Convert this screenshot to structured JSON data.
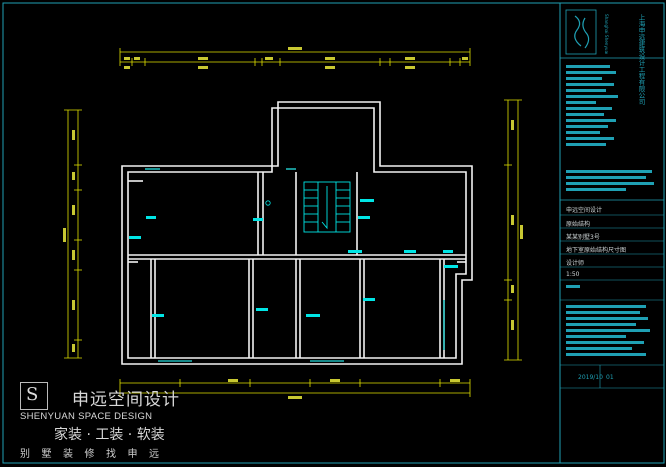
{
  "brand": {
    "name": "申远空间设计",
    "name_en": "SHENYUAN SPACE DESIGN",
    "services": "家装 · 工装 · 软装",
    "slogan": "别墅装修找申远",
    "logo_letter": "S"
  },
  "title_block": {
    "company": "上海申远建筑设计工程有限公司",
    "company_en": "Shanghai Shenyuan Architectural Decoration Engineering Co., LTD.",
    "project_label": "申远空间设计",
    "drawing_name": "原始结构",
    "project_address": "某某别墅3号",
    "drawing_title": "地下室原始结构尺寸图",
    "designer": "设计师",
    "scale": "1:50",
    "date": "2019/10",
    "sheet_no": "01"
  },
  "colors": {
    "frame": "#1fa0b4",
    "walls": "#f2f2f2",
    "annotation": "#00e5e5",
    "dimension": "#e0e000",
    "dimension_text": "#c8c832"
  }
}
